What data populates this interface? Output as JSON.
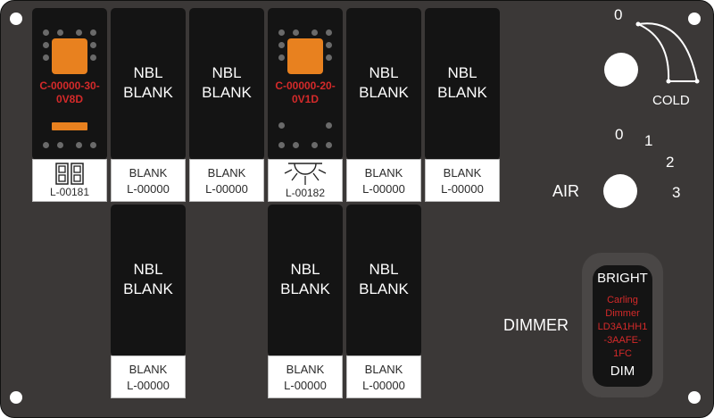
{
  "panel": {
    "colors": {
      "panel": "#3b3837",
      "switch": "#141414",
      "amber": "#e8811f",
      "part_number": "#d42a2a"
    }
  },
  "switches": {
    "s1": {
      "part_number": "C-00000-30-0V8D",
      "label_code": "L-00181",
      "label_icon": "two-lamp-icon"
    },
    "s2": {
      "line1": "NBL",
      "line2": "BLANK",
      "label_line1": "BLANK",
      "label_line2": "L-00000"
    },
    "s3": {
      "line1": "NBL",
      "line2": "BLANK",
      "label_line1": "BLANK",
      "label_line2": "L-00000"
    },
    "s4": {
      "part_number": "C-00000-20-0V1D",
      "label_code": "L-00182",
      "label_icon": "light-rays-icon"
    },
    "s5": {
      "line1": "NBL",
      "line2": "BLANK",
      "label_line1": "BLANK",
      "label_line2": "L-00000"
    },
    "s6": {
      "line1": "NBL",
      "line2": "BLANK",
      "label_line1": "BLANK",
      "label_line2": "L-00000"
    },
    "s7": {
      "line1": "NBL",
      "line2": "BLANK",
      "label_line1": "BLANK",
      "label_line2": "L-00000"
    },
    "s8": {
      "line1": "NBL",
      "line2": "BLANK",
      "label_line1": "BLANK",
      "label_line2": "L-00000"
    },
    "s9": {
      "line1": "NBL",
      "line2": "BLANK",
      "label_line1": "BLANK",
      "label_line2": "L-00000"
    }
  },
  "temp_control": {
    "off_label": "0",
    "cold_label": "COLD"
  },
  "air_control": {
    "label": "AIR",
    "positions": [
      "0",
      "1",
      "2",
      "3"
    ]
  },
  "dimmer": {
    "label": "DIMMER",
    "bright_label": "BRIGHT",
    "dim_label": "DIM",
    "part_lines": [
      "Carling",
      "Dimmer",
      "LD3A1HH1",
      "-3AAFE-",
      "1FC"
    ]
  }
}
